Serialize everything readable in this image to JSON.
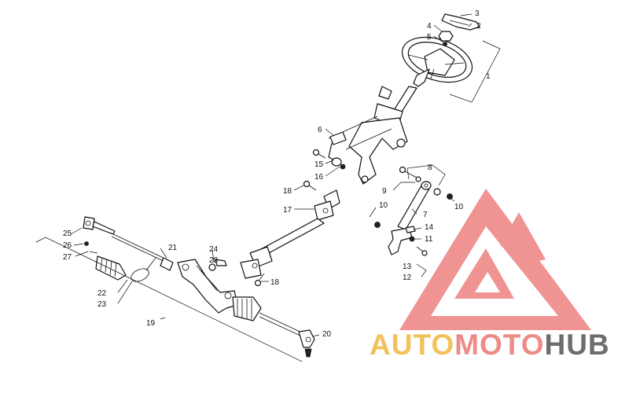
{
  "labels": {
    "c1": "1",
    "c2": "2",
    "c3": "3",
    "c4": "4",
    "c5": "5",
    "c6": "6",
    "c7": "7",
    "c8": "8",
    "c9": "9",
    "c10a": "10",
    "c10b": "10",
    "c11": "11",
    "c12": "12",
    "c13": "13",
    "c14": "14",
    "c15": "15",
    "c16": "16",
    "c17": "17",
    "c18a": "18",
    "c18b": "18",
    "c19": "19",
    "c20": "20",
    "c21": "21",
    "c22": "22",
    "c23": "23",
    "c24": "24",
    "c25": "25",
    "c26": "26",
    "c27": "27",
    "c28": "28"
  },
  "watermark": {
    "part1": "AUTO",
    "part2": "MOTO",
    "part3": "HUB",
    "color1": "#f2c15a",
    "color2": "#ee8a88",
    "color3": "#6d6d6d",
    "logo_color": "#ef8f8e"
  }
}
